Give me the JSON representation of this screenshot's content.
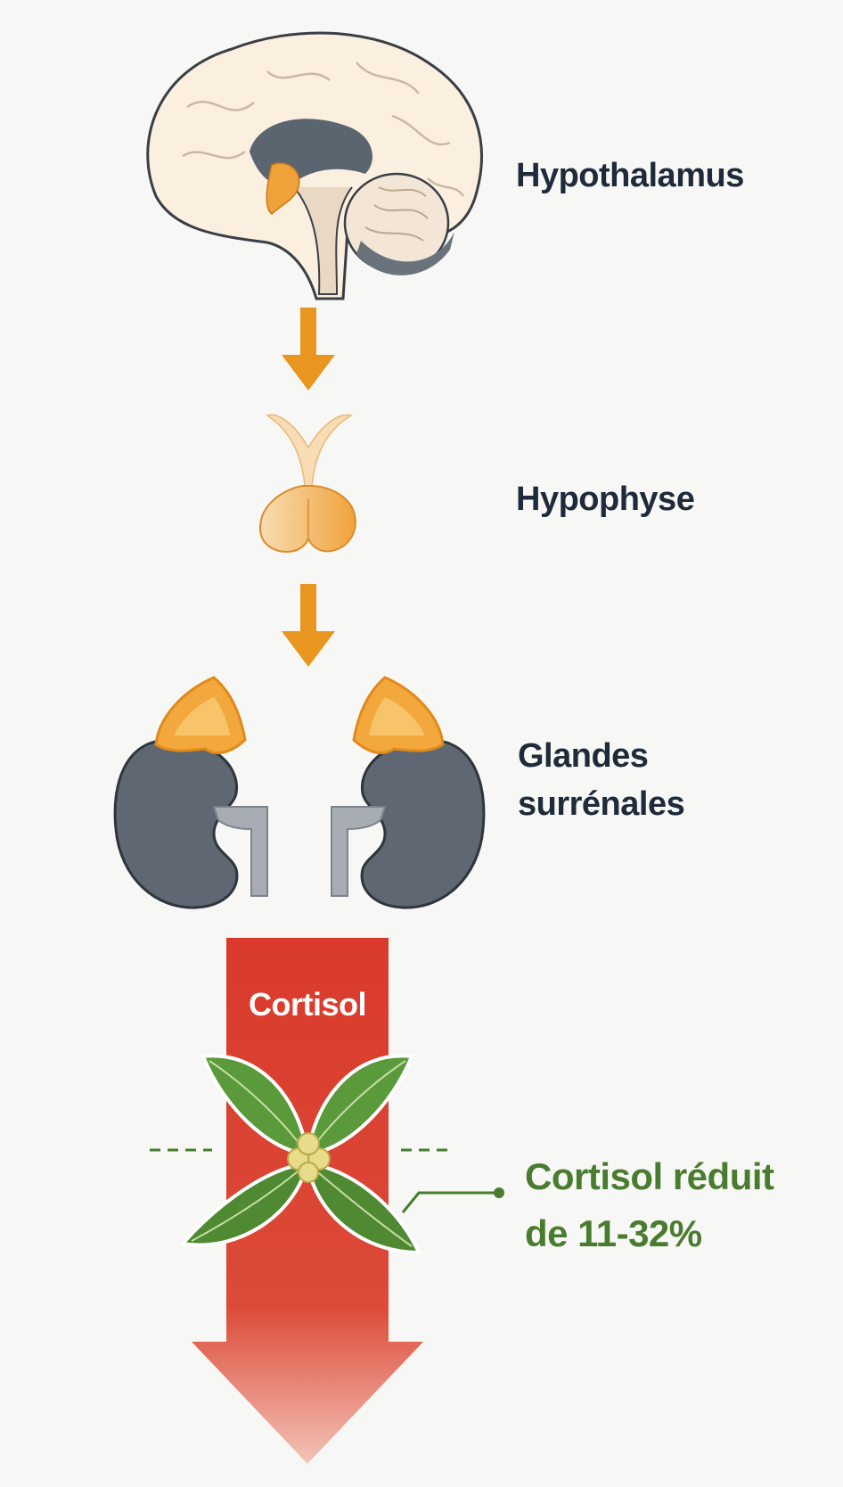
{
  "stages": {
    "hypothalamus": "Hypothalamus",
    "pituitary": "Hypophyse",
    "adrenal_line1": "Glandes",
    "adrenal_line2": "surrénales"
  },
  "flow": {
    "hormone": "Cortisol"
  },
  "effect": {
    "line1": "Cortisol réduit",
    "line2": "de 11-32%"
  },
  "colors": {
    "arrow_orange": "#e8961f",
    "cortisol_red": "#d93a2b",
    "kidney": "#5f6872",
    "gland": "#f2a83c",
    "leaf": "#5a9a3a",
    "effect_green": "#4a7c2f",
    "text_dark": "#1f2a3a"
  },
  "icons": [
    "brain-icon",
    "down-arrow-icon",
    "pituitary-icon",
    "kidney-icon",
    "adrenal-gland-icon",
    "leaf-icon"
  ]
}
